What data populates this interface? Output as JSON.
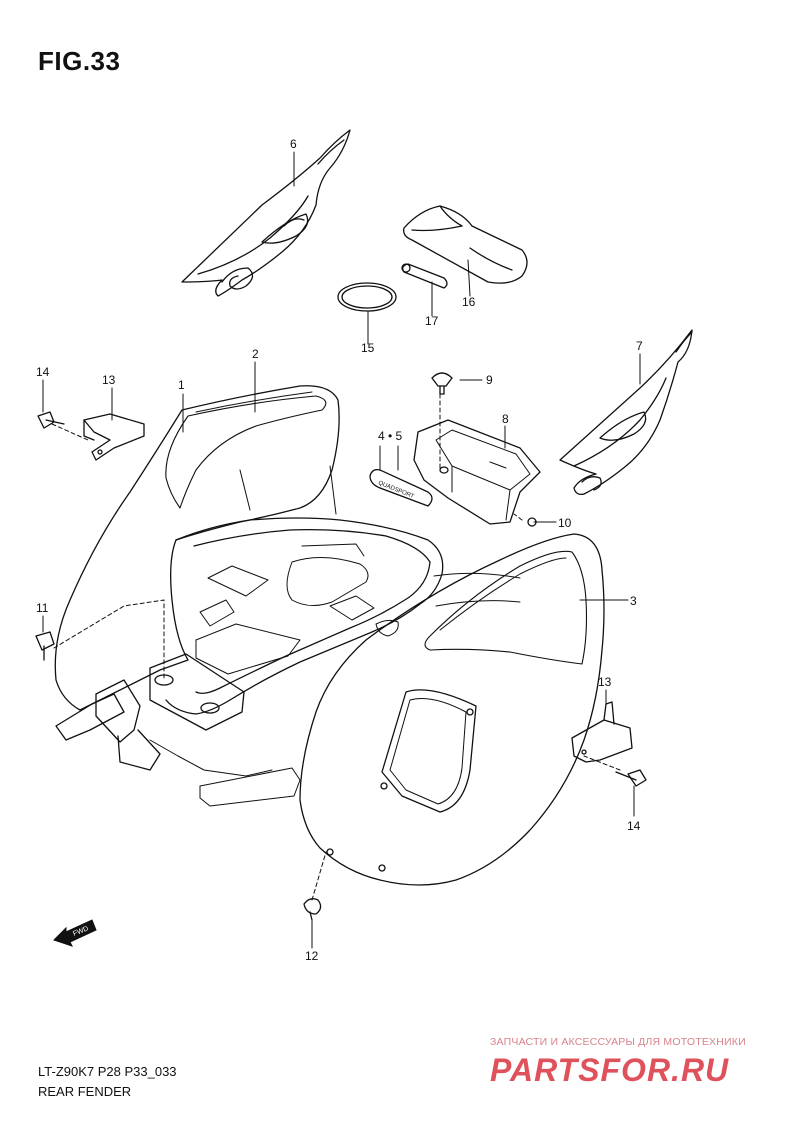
{
  "figure": {
    "title": "FIG.33",
    "code": "LT-Z90K7 P28 P33_033",
    "name": "REAR FENDER"
  },
  "fwd_marker": "FWD",
  "decal_text": "QUADSPORT",
  "labels": [
    {
      "id": "1",
      "text": "1"
    },
    {
      "id": "2",
      "text": "2"
    },
    {
      "id": "3",
      "text": "3"
    },
    {
      "id": "45",
      "text": "4 • 5"
    },
    {
      "id": "6",
      "text": "6"
    },
    {
      "id": "7",
      "text": "7"
    },
    {
      "id": "8",
      "text": "8"
    },
    {
      "id": "9",
      "text": "9"
    },
    {
      "id": "10",
      "text": "10"
    },
    {
      "id": "11",
      "text": "11"
    },
    {
      "id": "12",
      "text": "12"
    },
    {
      "id": "13a",
      "text": "13"
    },
    {
      "id": "13b",
      "text": "13"
    },
    {
      "id": "14a",
      "text": "14"
    },
    {
      "id": "14b",
      "text": "14"
    },
    {
      "id": "15",
      "text": "15"
    },
    {
      "id": "16",
      "text": "16"
    },
    {
      "id": "17",
      "text": "17"
    }
  ],
  "watermark": {
    "subtitle": "ЗАПЧАСТИ И АКСЕССУАРЫ ДЛЯ МОТОТЕХНИКИ",
    "logo_text": "PARTSFOR.RU",
    "color": "#d9343e"
  }
}
